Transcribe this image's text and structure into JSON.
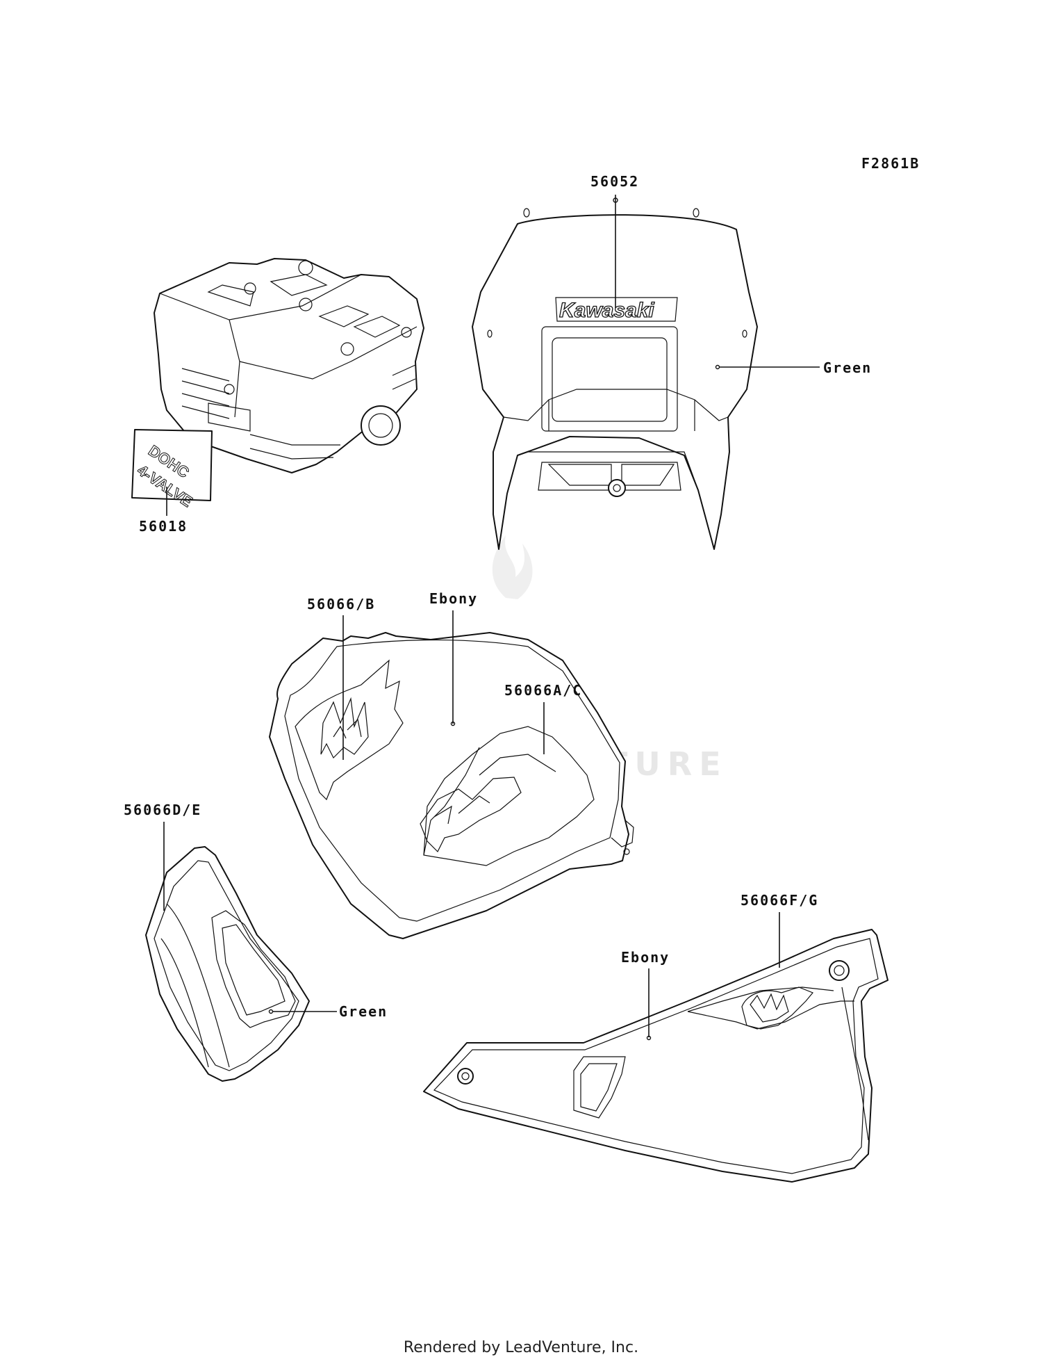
{
  "diagram": {
    "code": "F2861B",
    "watermark": "LEADVENTURE",
    "labels": {
      "p56052": "56052",
      "p56018": "56018",
      "p56066b": "56066/B",
      "p56066ac": "56066A/C",
      "p56066de": "56066D/E",
      "p56066fg": "56066F/G",
      "green1": "Green",
      "green2": "Green",
      "ebony1": "Ebony",
      "ebony2": "Ebony"
    },
    "decals": {
      "dohc": "DOHC",
      "valve": "4-VALVE",
      "brand": "Kawasaki"
    }
  },
  "footer": "Rendered by LeadVenture, Inc."
}
